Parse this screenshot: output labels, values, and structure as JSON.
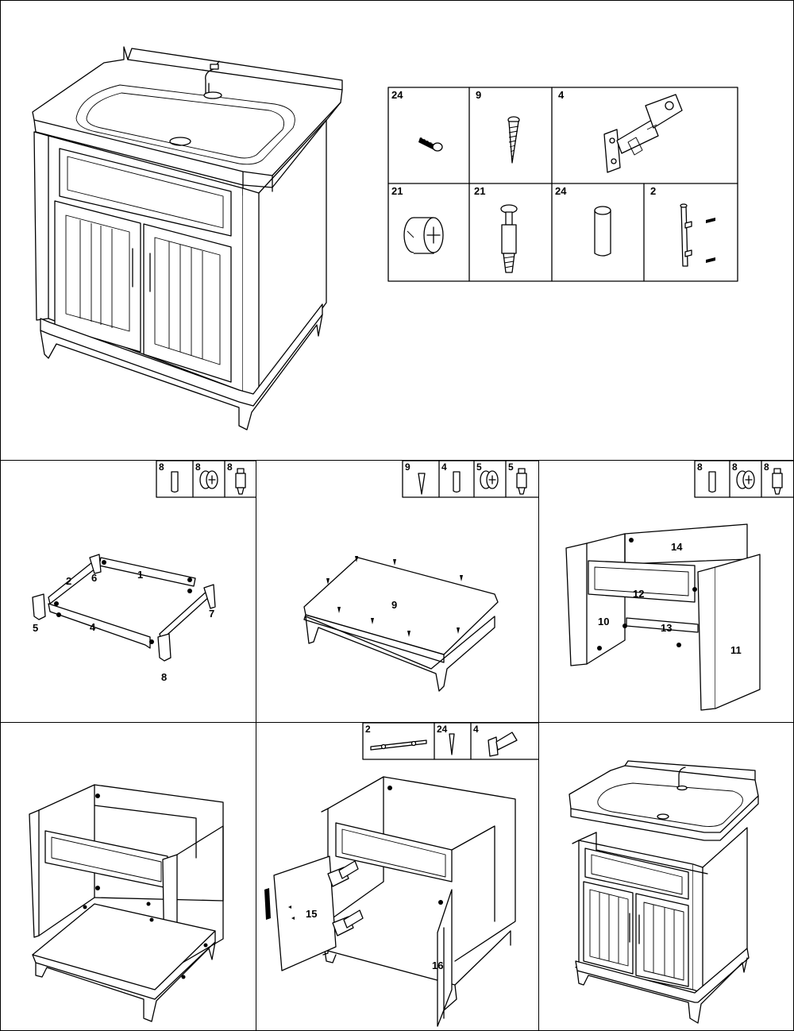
{
  "parts_table": {
    "cells": [
      {
        "qty": "24",
        "icon": "cam-bolt-icon"
      },
      {
        "qty": "9",
        "icon": "wood-screw-icon"
      },
      {
        "qty": "4",
        "icon": "hinge-icon"
      },
      {
        "qty": "21",
        "icon": "cam-lock-icon"
      },
      {
        "qty": "21",
        "icon": "cam-dowel-icon"
      },
      {
        "qty": "24",
        "icon": "wood-dowel-icon"
      },
      {
        "qty": "2",
        "icon": "handle-icon"
      }
    ]
  },
  "steps": [
    {
      "parts": [
        {
          "qty": "8",
          "icon": "wood-dowel-icon"
        },
        {
          "qty": "8",
          "icon": "cam-lock-icon"
        },
        {
          "qty": "8",
          "icon": "cam-dowel-icon"
        }
      ],
      "labels": [
        "1",
        "2",
        "6",
        "7",
        "5",
        "4",
        "8"
      ]
    },
    {
      "parts": [
        {
          "qty": "9",
          "icon": "wood-screw-icon"
        },
        {
          "qty": "4",
          "icon": "wood-dowel-icon"
        },
        {
          "qty": "5",
          "icon": "cam-lock-icon"
        },
        {
          "qty": "5",
          "icon": "cam-dowel-icon"
        }
      ],
      "labels": [
        "9"
      ]
    },
    {
      "parts": [
        {
          "qty": "8",
          "icon": "wood-dowel-icon"
        },
        {
          "qty": "8",
          "icon": "cam-lock-icon"
        },
        {
          "qty": "8",
          "icon": "cam-dowel-icon"
        }
      ],
      "labels": [
        "14",
        "12",
        "10",
        "13",
        "11"
      ]
    },
    {
      "parts": [],
      "labels": []
    },
    {
      "parts": [
        {
          "qty": "2",
          "icon": "handle-icon"
        },
        {
          "qty": "24",
          "icon": "cam-bolt-icon"
        },
        {
          "qty": "4",
          "icon": "hinge-icon"
        }
      ],
      "labels": [
        "15",
        "16"
      ]
    },
    {
      "parts": [],
      "labels": []
    }
  ]
}
